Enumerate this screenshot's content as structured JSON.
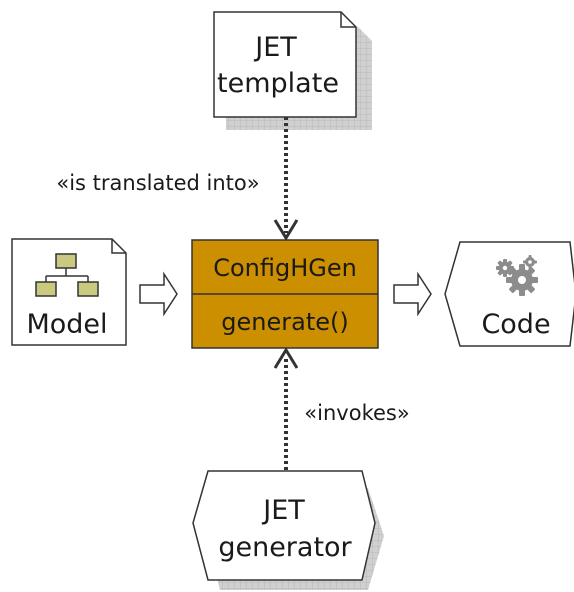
{
  "colors": {
    "class_fill": "#cc8f00",
    "class_stroke": "#333333",
    "shadow": "#c8c8c8",
    "stroke": "#333333",
    "gear": "#8c8c8c",
    "model_icon_fill": "#c9c97f"
  },
  "jet_template": {
    "line1": "JET",
    "line2": "template"
  },
  "translation_label": "«is translated into»",
  "model": {
    "label": "Model",
    "icon": "hierarchy-model-icon"
  },
  "class_box": {
    "name": "ConfigHGen",
    "operation": "generate()"
  },
  "code": {
    "label": "Code",
    "icon": "gears-icon"
  },
  "invokes_label": "«invokes»",
  "jet_generator": {
    "line1": "JET",
    "line2": "generator"
  }
}
